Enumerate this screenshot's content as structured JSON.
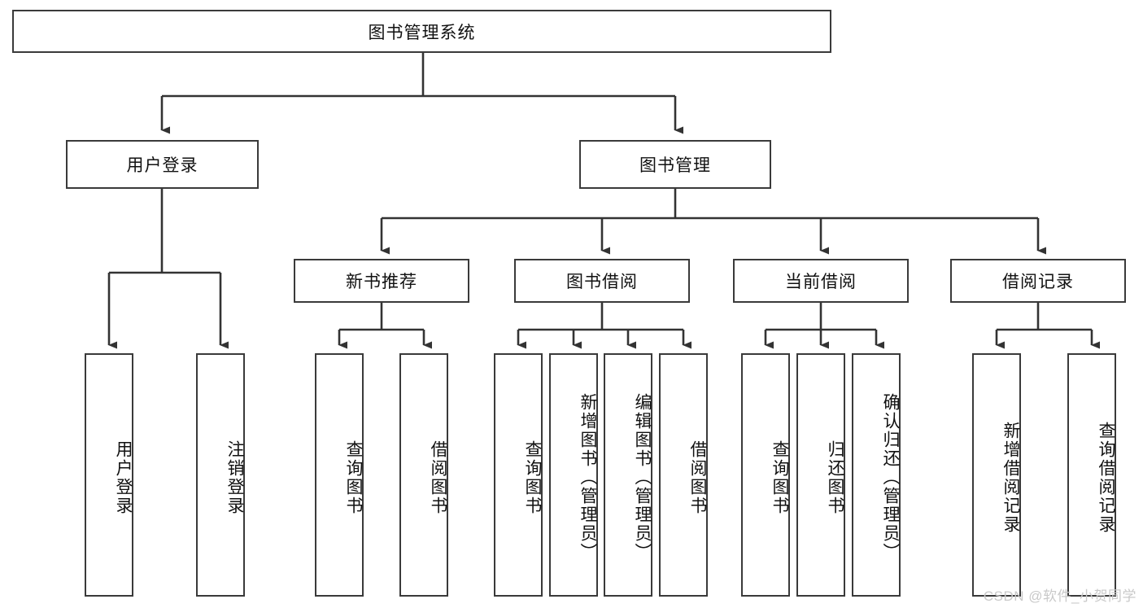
{
  "diagram": {
    "title": "图书管理系统",
    "type": "功能结构图",
    "root": {
      "id": "root",
      "label": "图书管理系统"
    },
    "level2": [
      {
        "id": "user-login",
        "label": "用户登录"
      },
      {
        "id": "book-management",
        "label": "图书管理"
      }
    ],
    "level3": [
      {
        "id": "new-book-recommend",
        "label": "新书推荐",
        "parent": "book-management"
      },
      {
        "id": "book-borrow",
        "label": "图书借阅",
        "parent": "book-management"
      },
      {
        "id": "current-borrow",
        "label": "当前借阅",
        "parent": "book-management"
      },
      {
        "id": "borrow-record",
        "label": "借阅记录",
        "parent": "book-management"
      }
    ],
    "leaves": {
      "user-login": [
        {
          "id": "leaf-user-login",
          "label": "用户登录"
        },
        {
          "id": "leaf-user-logout",
          "label": "注销登录"
        }
      ],
      "new-book-recommend": [
        {
          "id": "leaf-query-book-1",
          "label": "查询图书"
        },
        {
          "id": "leaf-borrow-book-1",
          "label": "借阅图书"
        }
      ],
      "book-borrow": [
        {
          "id": "leaf-query-book-2",
          "label": "查询图书"
        },
        {
          "id": "leaf-add-book",
          "label": "新增图书（管理员）"
        },
        {
          "id": "leaf-edit-book",
          "label": "编辑图书（管理员）"
        },
        {
          "id": "leaf-borrow-book-2",
          "label": "借阅图书"
        }
      ],
      "current-borrow": [
        {
          "id": "leaf-query-book-3",
          "label": "查询图书"
        },
        {
          "id": "leaf-return-book",
          "label": "归还图书"
        },
        {
          "id": "leaf-confirm-return",
          "label": "确认归还（管理员）"
        }
      ],
      "borrow-record": [
        {
          "id": "leaf-add-record",
          "label": "新增借阅记录"
        },
        {
          "id": "leaf-query-record",
          "label": "查询借阅记录"
        }
      ]
    }
  },
  "watermark": {
    "text": "CSDN @软件_小贺同学"
  },
  "colors": {
    "background": "#ffffff",
    "box_border": "#3a3a3a",
    "connector": "#333333",
    "text": "#111111",
    "watermark": "#c9c9c9"
  }
}
